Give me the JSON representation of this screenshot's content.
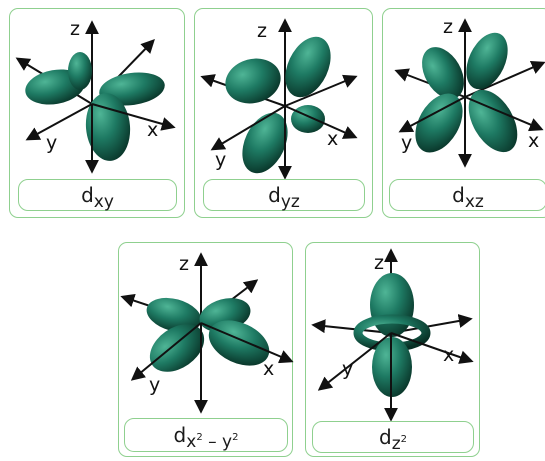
{
  "colors": {
    "lobe": "#1e7a63",
    "lobe_dark": "#0a3a2c",
    "border": "#8fd08f",
    "axis": "#111111"
  },
  "axes": {
    "x": "x",
    "y": "y",
    "z": "z"
  },
  "orbitals": [
    {
      "name": "dxy",
      "label_main": "d",
      "label_sub": "xy"
    },
    {
      "name": "dyz",
      "label_main": "d",
      "label_sub": "yz"
    },
    {
      "name": "dxz",
      "label_main": "d",
      "label_sub": "xz"
    },
    {
      "name": "dx2y2",
      "label_main": "d",
      "label_sub_a": "x",
      "label_sup_a": "2",
      "label_sep": " – ",
      "label_sub_b": "y",
      "label_sup_b": "2"
    },
    {
      "name": "dz2",
      "label_main": "d",
      "label_sub_a": "z",
      "label_sup_a": "2"
    }
  ]
}
